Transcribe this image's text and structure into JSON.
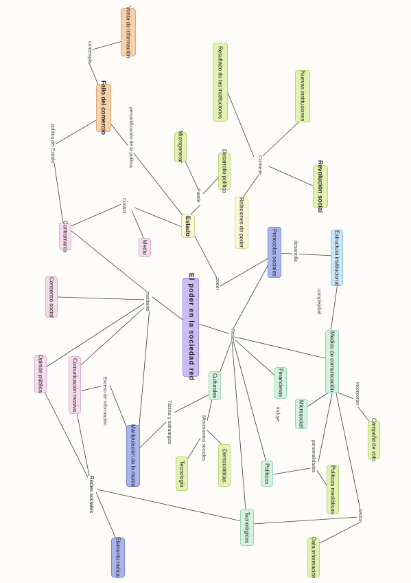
{
  "nodes": {
    "venta": "Venta de información",
    "fallo": "Fallo del comercio",
    "resultado": "Resultado de las instituciones",
    "nuevas": "Nuevas instituciones",
    "revolucion": "Revolución social",
    "microgenerar": "Microgenerar",
    "desarrollo": "Desarrollo político",
    "relaciones": "Relaciones de poder",
    "estado": "Estado",
    "central": "El poder en la sociedad red",
    "protocolos": "Protocolos sociales",
    "estructura": "Estructura institucional",
    "contramarca": "Contramarca",
    "medio": "Medio",
    "consenso": "Consenso social",
    "opinion": "Opinión pública",
    "comunicacion": "Comunicación masiva",
    "manipulacion": "Manipulación de la mente",
    "culturales": "Culturales",
    "financieras": "Financieras",
    "medios": "Medios de comunicación",
    "microsocial": "Microsocial",
    "campana": "Campaña de voto",
    "tecnologia": "Tecnología",
    "democraticas": "Democráticas",
    "politicas": "Políticas",
    "politicasmed": "Políticas mediáticas",
    "tecnologicas": "Tecnológicas",
    "datainfo": "Data información",
    "redes": "Redes sociales",
    "elemento": "Elemento radical"
  },
  "labels": {
    "contempla": "contempla",
    "politica_poder": "personificación de la política",
    "politica_estado": "política del Estado",
    "contiene": "Contiene",
    "puede": "Puede",
    "control": "Control",
    "mediante": "mediante",
    "poder": "poder",
    "redes_lbl": "Redes",
    "desarrolla": "desarrolla",
    "complejidad": "complejidad",
    "incorporan": "incorporan",
    "incluye": "incluye",
    "exceso": "Exceso de información",
    "tactica": "Táctica y estrategias",
    "movimientos": "Movimientos sociales",
    "personalidades": "personalidades",
    "sector": "sector"
  }
}
